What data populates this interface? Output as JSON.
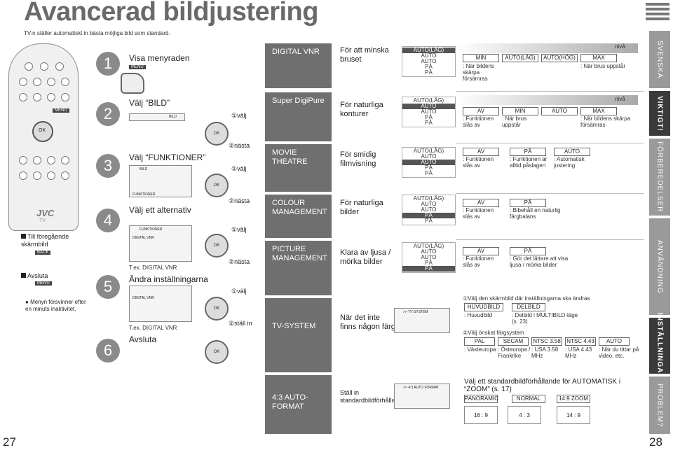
{
  "header": {
    "title": "Avancerad bildjustering",
    "subtitle": "TV:n ställer automatiskt in bästa möjliga bild som standard."
  },
  "side_tabs": [
    "SVENSKA",
    "VIKTIGT!",
    "FÖRBEREDELSER",
    "ANVÄNDNING",
    "INSTÄLLNINGAR",
    "PROBLEM?"
  ],
  "page_numbers": {
    "left": "27",
    "right": "28"
  },
  "remote": {
    "brand": "JVC",
    "label": "TV",
    "ok": "OK",
    "menu": "MENU"
  },
  "left_notes": {
    "prev": "Till föregående skärmbild",
    "back_key": "BACK",
    "exit": "Avsluta",
    "menu_key": "MENU",
    "auto_hide": "Menyn försvinner efter en minuts inaktivitet."
  },
  "steps": [
    {
      "num": "1",
      "text": "Visa menyraden",
      "key": "MENU"
    },
    {
      "num": "2",
      "text": "Välj “BILD”"
    },
    {
      "num": "3",
      "text": "Välj “FUNKTIONER”"
    },
    {
      "num": "4",
      "text": "Välj ett alternativ",
      "example": "T.ex. DIGITAL VNR"
    },
    {
      "num": "5",
      "text": "Ändra inställningarna",
      "example": "T.ex. DIGITAL VNR"
    },
    {
      "num": "6",
      "text": "Avsluta"
    }
  ],
  "dial_labels": {
    "valj": "①välj",
    "nasta": "②nästa",
    "stall_in": "②ställ in"
  },
  "screens": {
    "bild": "BILD",
    "funktioner": "FUNKTIONER",
    "digital_vnr": "DIGITAL VNR",
    "tv_system": ">> TV SYSTEM",
    "format": ">> 4:3 AUTO FORMAT"
  },
  "features": [
    {
      "name": "DIGITAL VNR",
      "desc": "För att minska bruset",
      "ladder": [
        "AUTO(LÅG)",
        "AUTO",
        "AUTO",
        "PÅ",
        "PÅ"
      ],
      "sel": 0,
      "niva": "nivå",
      "options": [
        "MIN",
        "AUTO(LÅG)",
        "AUTO(HÖG)",
        "MAX"
      ],
      "labels": [
        ": När bildens skärpa försämras",
        ": När brus uppstår"
      ]
    },
    {
      "name": "Super DigiPure",
      "desc": "För naturliga konturer",
      "ladder": [
        "AUTO(LÅG)",
        "AUTO",
        "AUTO",
        "PÅ",
        "PÅ"
      ],
      "sel": 1,
      "niva": "nivå",
      "options": [
        "AV",
        "MIN",
        "AUTO",
        "MAX"
      ],
      "labels": [
        ": Funktionen slås av",
        ": När brus uppstår",
        ": När bildens skärpa försämras"
      ]
    },
    {
      "name": "MOVIE THEATRE",
      "desc": "För smidig filmvisning",
      "ladder": [
        "AUTO(LÅG)",
        "AUTO",
        "AUTO",
        "PÅ",
        "PÅ"
      ],
      "sel": 2,
      "options": [
        "AV",
        "PÅ",
        "AUTO"
      ],
      "labels": [
        ": Funktionen slås av",
        ": Funktionen är alltid påslagen",
        ": Automatisk justering"
      ]
    },
    {
      "name": "COLOUR MANAGEMENT",
      "desc": "För naturliga bilder",
      "ladder": [
        "AUTO(LÅG)",
        "AUTO",
        "AUTO",
        "PÅ",
        "PÅ"
      ],
      "sel": 3,
      "options": [
        "AV",
        "PÅ"
      ],
      "labels": [
        ": Funktionen slås av",
        ": Bibehåll en naturlig färgbalans"
      ]
    },
    {
      "name": "PICTURE MANAGEMENT",
      "desc": "Klara av ljusa / mörka bilder",
      "ladder": [
        "AUTO(LÅG)",
        "AUTO",
        "AUTO",
        "PÅ",
        "PÅ"
      ],
      "sel": 4,
      "options": [
        "AV",
        "PÅ"
      ],
      "labels": [
        ": Funktionen slås av",
        ": Gör det lättare att visa ljusa / mörka bilder"
      ]
    },
    {
      "name": "TV-SYSTEM",
      "desc": "När det inte finns någon färg",
      "step1": "①Välj den skärmbild där inställningarna ska ändras",
      "screens": [
        "HUVUDBILD",
        "DELBILD"
      ],
      "screen_labels": [
        ": Huvudbild",
        ": Delbild i MULTIBILD-läge (s. 23)"
      ],
      "step2": "②Välj önskat färgsystem",
      "systems": [
        "PAL",
        "SECAM",
        "NTSC 3.58",
        "NTSC 4.43",
        "AUTO"
      ],
      "system_labels": [
        ": Västeuropa",
        ": Östeuropa / Frankrike",
        ": USA 3.58 MHz",
        ": USA 4.43 MHz",
        ": När du tittar på video, etc."
      ]
    },
    {
      "name": "4:3 AUTO-FORMAT",
      "desc": "Ställ in standardbildförhållande",
      "intro": "Välj ett standardbildförhållande för AUTOMATISK i “ZOOM” (s. 17)",
      "formats": [
        "PANORAMIC",
        "NORMAL",
        "14:9 ZOOM"
      ],
      "ratios": [
        "16 : 9",
        "4 : 3",
        "14 : 9"
      ]
    }
  ]
}
